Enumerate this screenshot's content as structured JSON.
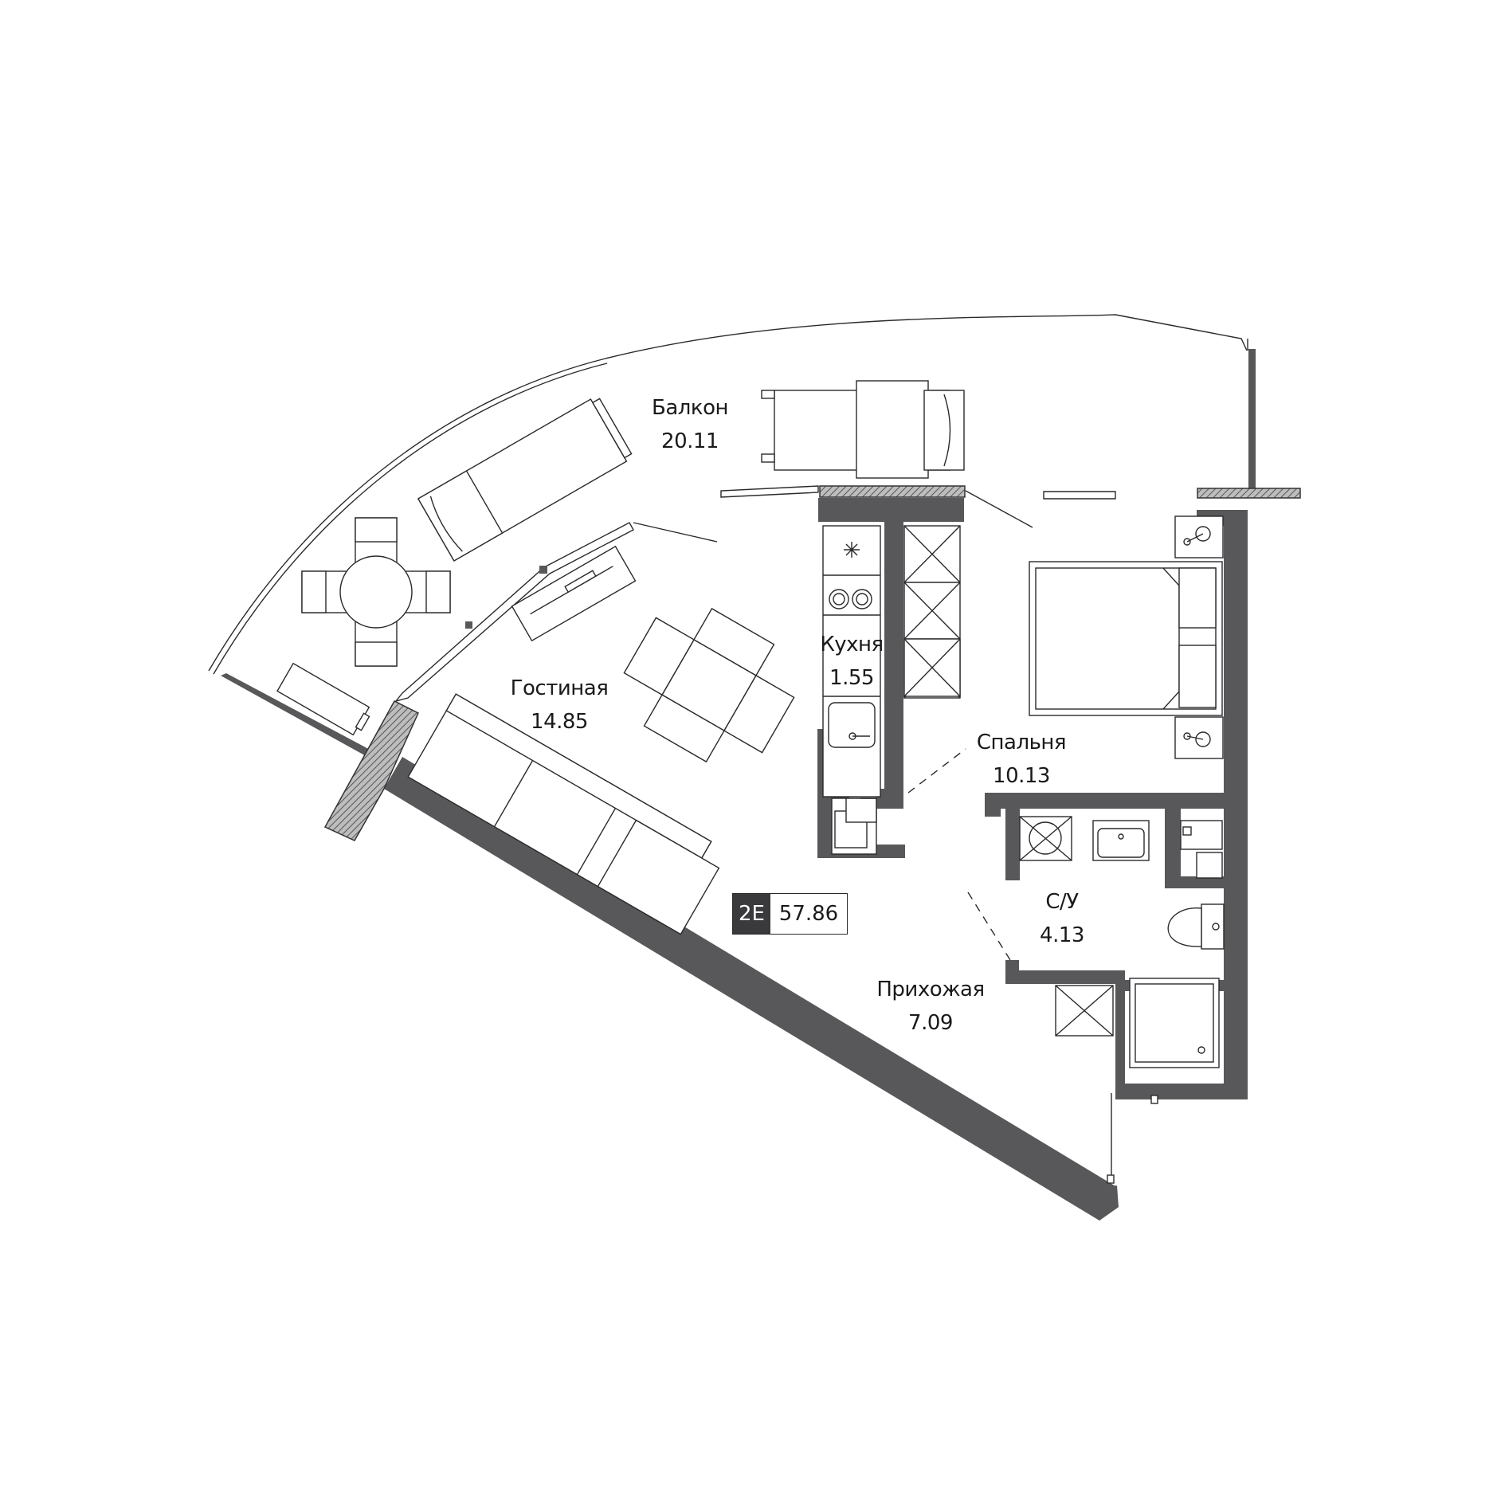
{
  "rooms": {
    "balcony": {
      "name": "Балкон",
      "area": "20.11"
    },
    "living": {
      "name": "Гостиная",
      "area": "14.85"
    },
    "kitchen": {
      "name": "Кухня",
      "area": "1.55"
    },
    "bedroom": {
      "name": "Спальня",
      "area": "10.13"
    },
    "bathroom": {
      "name": "С/У",
      "area": "4.13"
    },
    "hallway": {
      "name": "Прихожая",
      "area": "7.09"
    }
  },
  "apartment": {
    "type": "2Е",
    "total_area": "57.86"
  },
  "colors": {
    "wall": "#58585a",
    "badge_dark": "#3a3a3c",
    "line": "#2a2a2a"
  }
}
